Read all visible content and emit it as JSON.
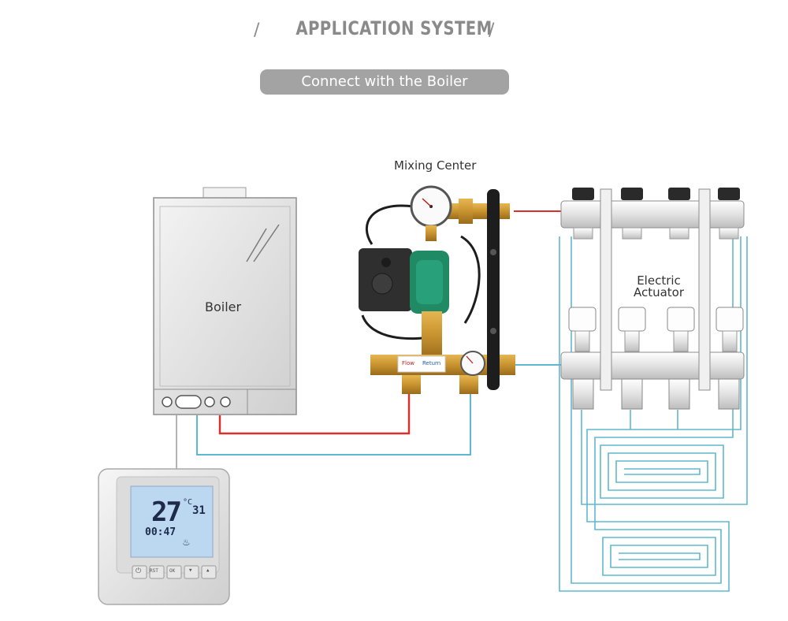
{
  "header": {
    "title": "APPLICATION SYSTEM",
    "subtitle_button": "Connect with the Boiler"
  },
  "labels": {
    "mixing_center": "Mixing Center",
    "boiler": "Boiler",
    "electric_actuator_line1": "Electric",
    "electric_actuator_line2": "Actuator"
  },
  "thermostat": {
    "temperature": "27",
    "unit": "°C",
    "set_temp": "31",
    "clock": "00:47",
    "buttons": [
      "⏻",
      "RST",
      "OK",
      "▾",
      "▴"
    ]
  },
  "mixing_unit": {
    "valve_label_1": "Flow",
    "valve_label_2": "Return"
  },
  "colors": {
    "supply_pipe": "#d9302c",
    "return_pipe": "#5fb8cf",
    "wire": "#9a9a9a",
    "brass": "#c8932f",
    "pump_green": "#1f8a64"
  }
}
